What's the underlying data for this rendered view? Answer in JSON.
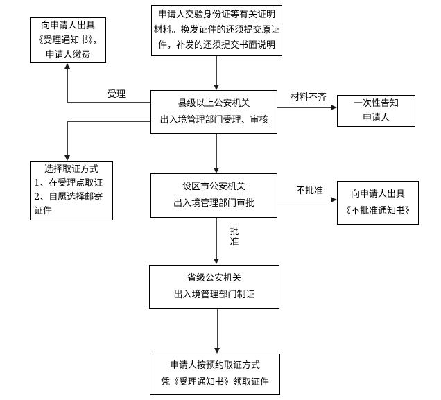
{
  "diagram": {
    "type": "flowchart",
    "background": "#ffffff",
    "line_color": "#404040",
    "border_color": "#000000",
    "text_color": "#000000",
    "nodes": {
      "submit_materials": {
        "lines": [
          "申请人交验身份证等有关证明",
          "材料。换发证件的还须提交原证",
          "件，补发的还须提交书面说明"
        ]
      },
      "issue_acceptance_notice": {
        "lines": [
          "向申请人出具",
          "《受理通知书》，",
          "申请人缴费"
        ]
      },
      "county_accept_review": {
        "lines": [
          "县级以上公安机关",
          "出入境管理部门受理、审核"
        ]
      },
      "inform_applicant_once": {
        "lines": [
          "一次性告知",
          "申请人"
        ]
      },
      "choose_collection_method": {
        "lines": [
          "选择取证方式",
          "1、在受理点取证",
          "2、自愿选择邮寄",
          "证件"
        ]
      },
      "city_approval": {
        "lines": [
          "设区市公安机关",
          "出入境管理部门审批"
        ]
      },
      "issue_rejection_notice": {
        "lines": [
          "向申请人出具",
          "《不批准通知书》"
        ]
      },
      "province_produce_certificate": {
        "lines": [
          "省级公安机关",
          "出入境管理部门制证"
        ]
      },
      "collect_certificate": {
        "lines": [
          "申请人按预约取证方式",
          "凭《受理通知书》领取证件"
        ]
      }
    },
    "edge_labels": {
      "accepted": "受理",
      "materials_incomplete": "材料不齐",
      "not_approved": "不批准",
      "approved": "批准"
    },
    "edges": [
      {
        "from": "submit_materials",
        "to": "county_accept_review",
        "label": ""
      },
      {
        "from": "county_accept_review",
        "to": "inform_applicant_once",
        "label": "材料不齐"
      },
      {
        "from": "county_accept_review",
        "to": "issue_acceptance_notice",
        "label": "受理"
      },
      {
        "from": "county_accept_review",
        "to": "choose_collection_method",
        "label": ""
      },
      {
        "from": "county_accept_review",
        "to": "city_approval",
        "label": ""
      },
      {
        "from": "city_approval",
        "to": "issue_rejection_notice",
        "label": "不批准"
      },
      {
        "from": "city_approval",
        "to": "province_produce_certificate",
        "label": "批准"
      },
      {
        "from": "province_produce_certificate",
        "to": "collect_certificate",
        "label": ""
      }
    ]
  }
}
